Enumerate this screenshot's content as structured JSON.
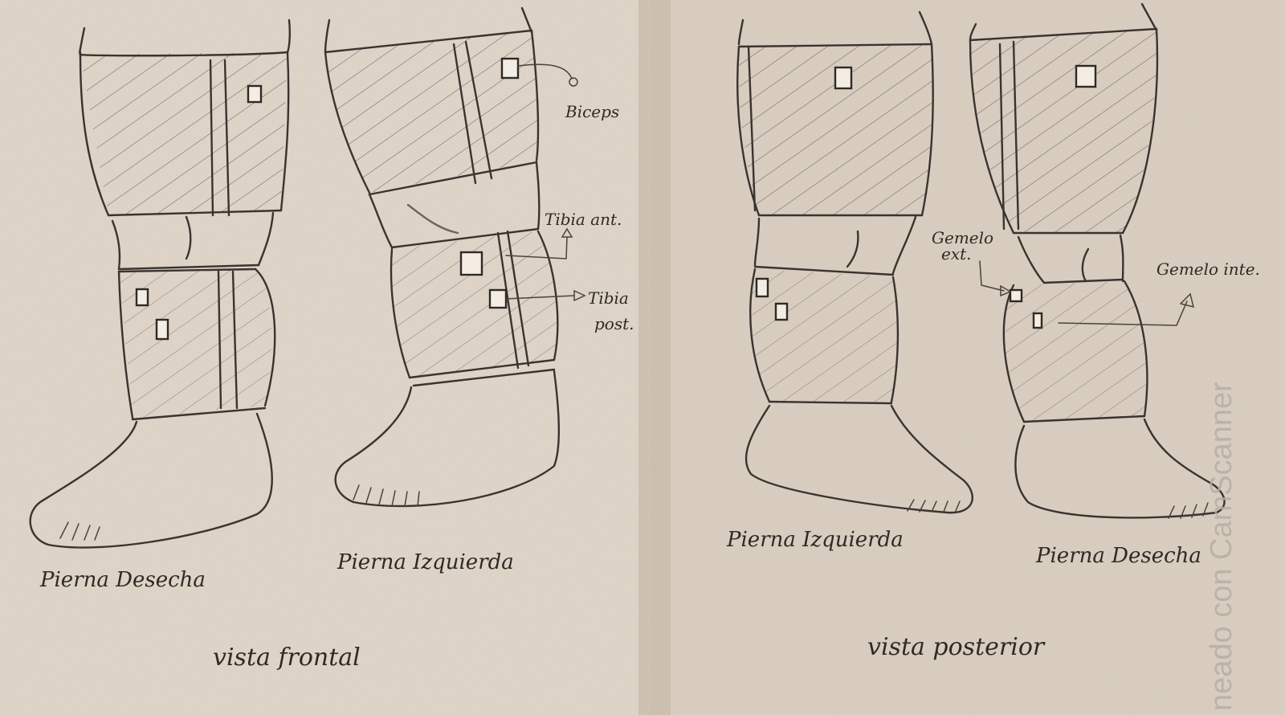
{
  "labels": {
    "frontal_right_leg": "Pierna Desecha",
    "frontal_left_leg": "Pierna Izquierda",
    "posterior_left_leg": "Pierna Izquierda",
    "posterior_right_leg": "Pierna Desecha",
    "frontal_view": "vista frontal",
    "posterior_view": "vista posterior"
  },
  "annotations": {
    "biceps": "Biceps",
    "tibia_ant": "Tibia ant.",
    "tibia_post_line1": "Tibia",
    "tibia_post_line2": "post.",
    "gemelo_ext_line1": "Gemelo",
    "gemelo_ext_line2": "ext.",
    "gemelo_int": "Gemelo inte."
  },
  "watermark": "neado con CamScanner",
  "colors": {
    "paper": "#e3d9cc",
    "paper_right": "#ddd2c4",
    "fold": "#cdbfae",
    "pencil": "#3a3430"
  }
}
